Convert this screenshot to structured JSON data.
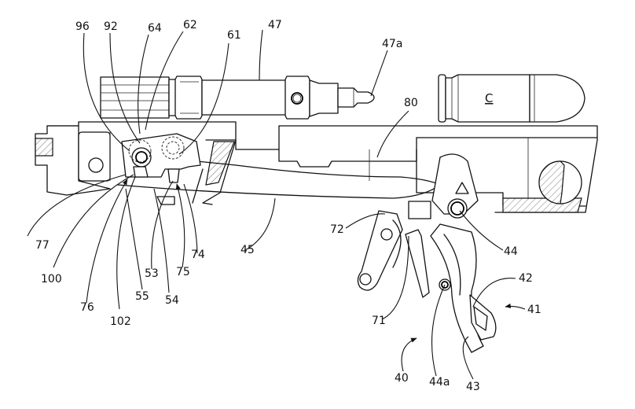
{
  "figure": {
    "type": "patent-drawing",
    "subject": "firearm trigger mechanism with cartridge and firing pin assembly",
    "cartridge_label": "C",
    "reference_numerals": {
      "n96": "96",
      "n92": "92",
      "n64": "64",
      "n62": "62",
      "n61": "61",
      "n47": "47",
      "n47a": "47a",
      "n80": "80",
      "n77": "77",
      "n100": "100",
      "n76": "76",
      "n102": "102",
      "n55": "55",
      "n53": "53",
      "n54": "54",
      "n75": "75",
      "n74": "74",
      "n45": "45",
      "n72": "72",
      "n44": "44",
      "n42": "42",
      "n41": "41",
      "n71": "71",
      "n40": "40",
      "n44a": "44a",
      "n43": "43"
    }
  }
}
